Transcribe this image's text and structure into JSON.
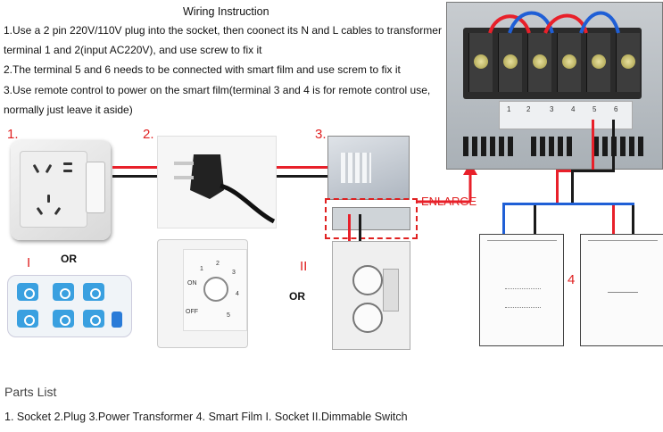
{
  "title": "Wiring Instruction",
  "instructions": {
    "l1": "1.Use a 2 pin 220V/110V plug into the socket, then coonect its N and L cables to transformer",
    "l2": "terminal 1 and 2(input AC220V), and use screw to fix it",
    "l3": "2.The terminal 5 and 6 needs to be connected with smart film and use screm to fix it",
    "l4": "3.Use remote control to power on the smart film(terminal 3 and 4 is for remote control use,",
    "l5": "normally just leave it aside)"
  },
  "labels": {
    "n1": "1.",
    "n2": "2.",
    "n3": "3.",
    "n4": "4",
    "r1": "I",
    "r2": "II",
    "or1": "OR",
    "or2": "OR",
    "enlarge": "ENLARGE"
  },
  "terminal_labels": {
    "t1": "1",
    "t2": "2",
    "t3": "3",
    "t4": "4",
    "t5": "5",
    "t6": "6"
  },
  "dimmer": {
    "on": "ON",
    "off": "OFF",
    "n1": "1",
    "n2": "2",
    "n3": "3",
    "n4": "4",
    "n5": "5"
  },
  "parts": {
    "title": "Parts List",
    "items": "1. Socket   2.Plug   3.Power Transformer   4. Smart Film   I. Socket    II.Dimmable Switch"
  },
  "colors": {
    "accent_red": "#e02020",
    "wire_red": "#e8202a",
    "wire_black": "#1a1a1a",
    "wire_blue": "#1f5fd6"
  }
}
